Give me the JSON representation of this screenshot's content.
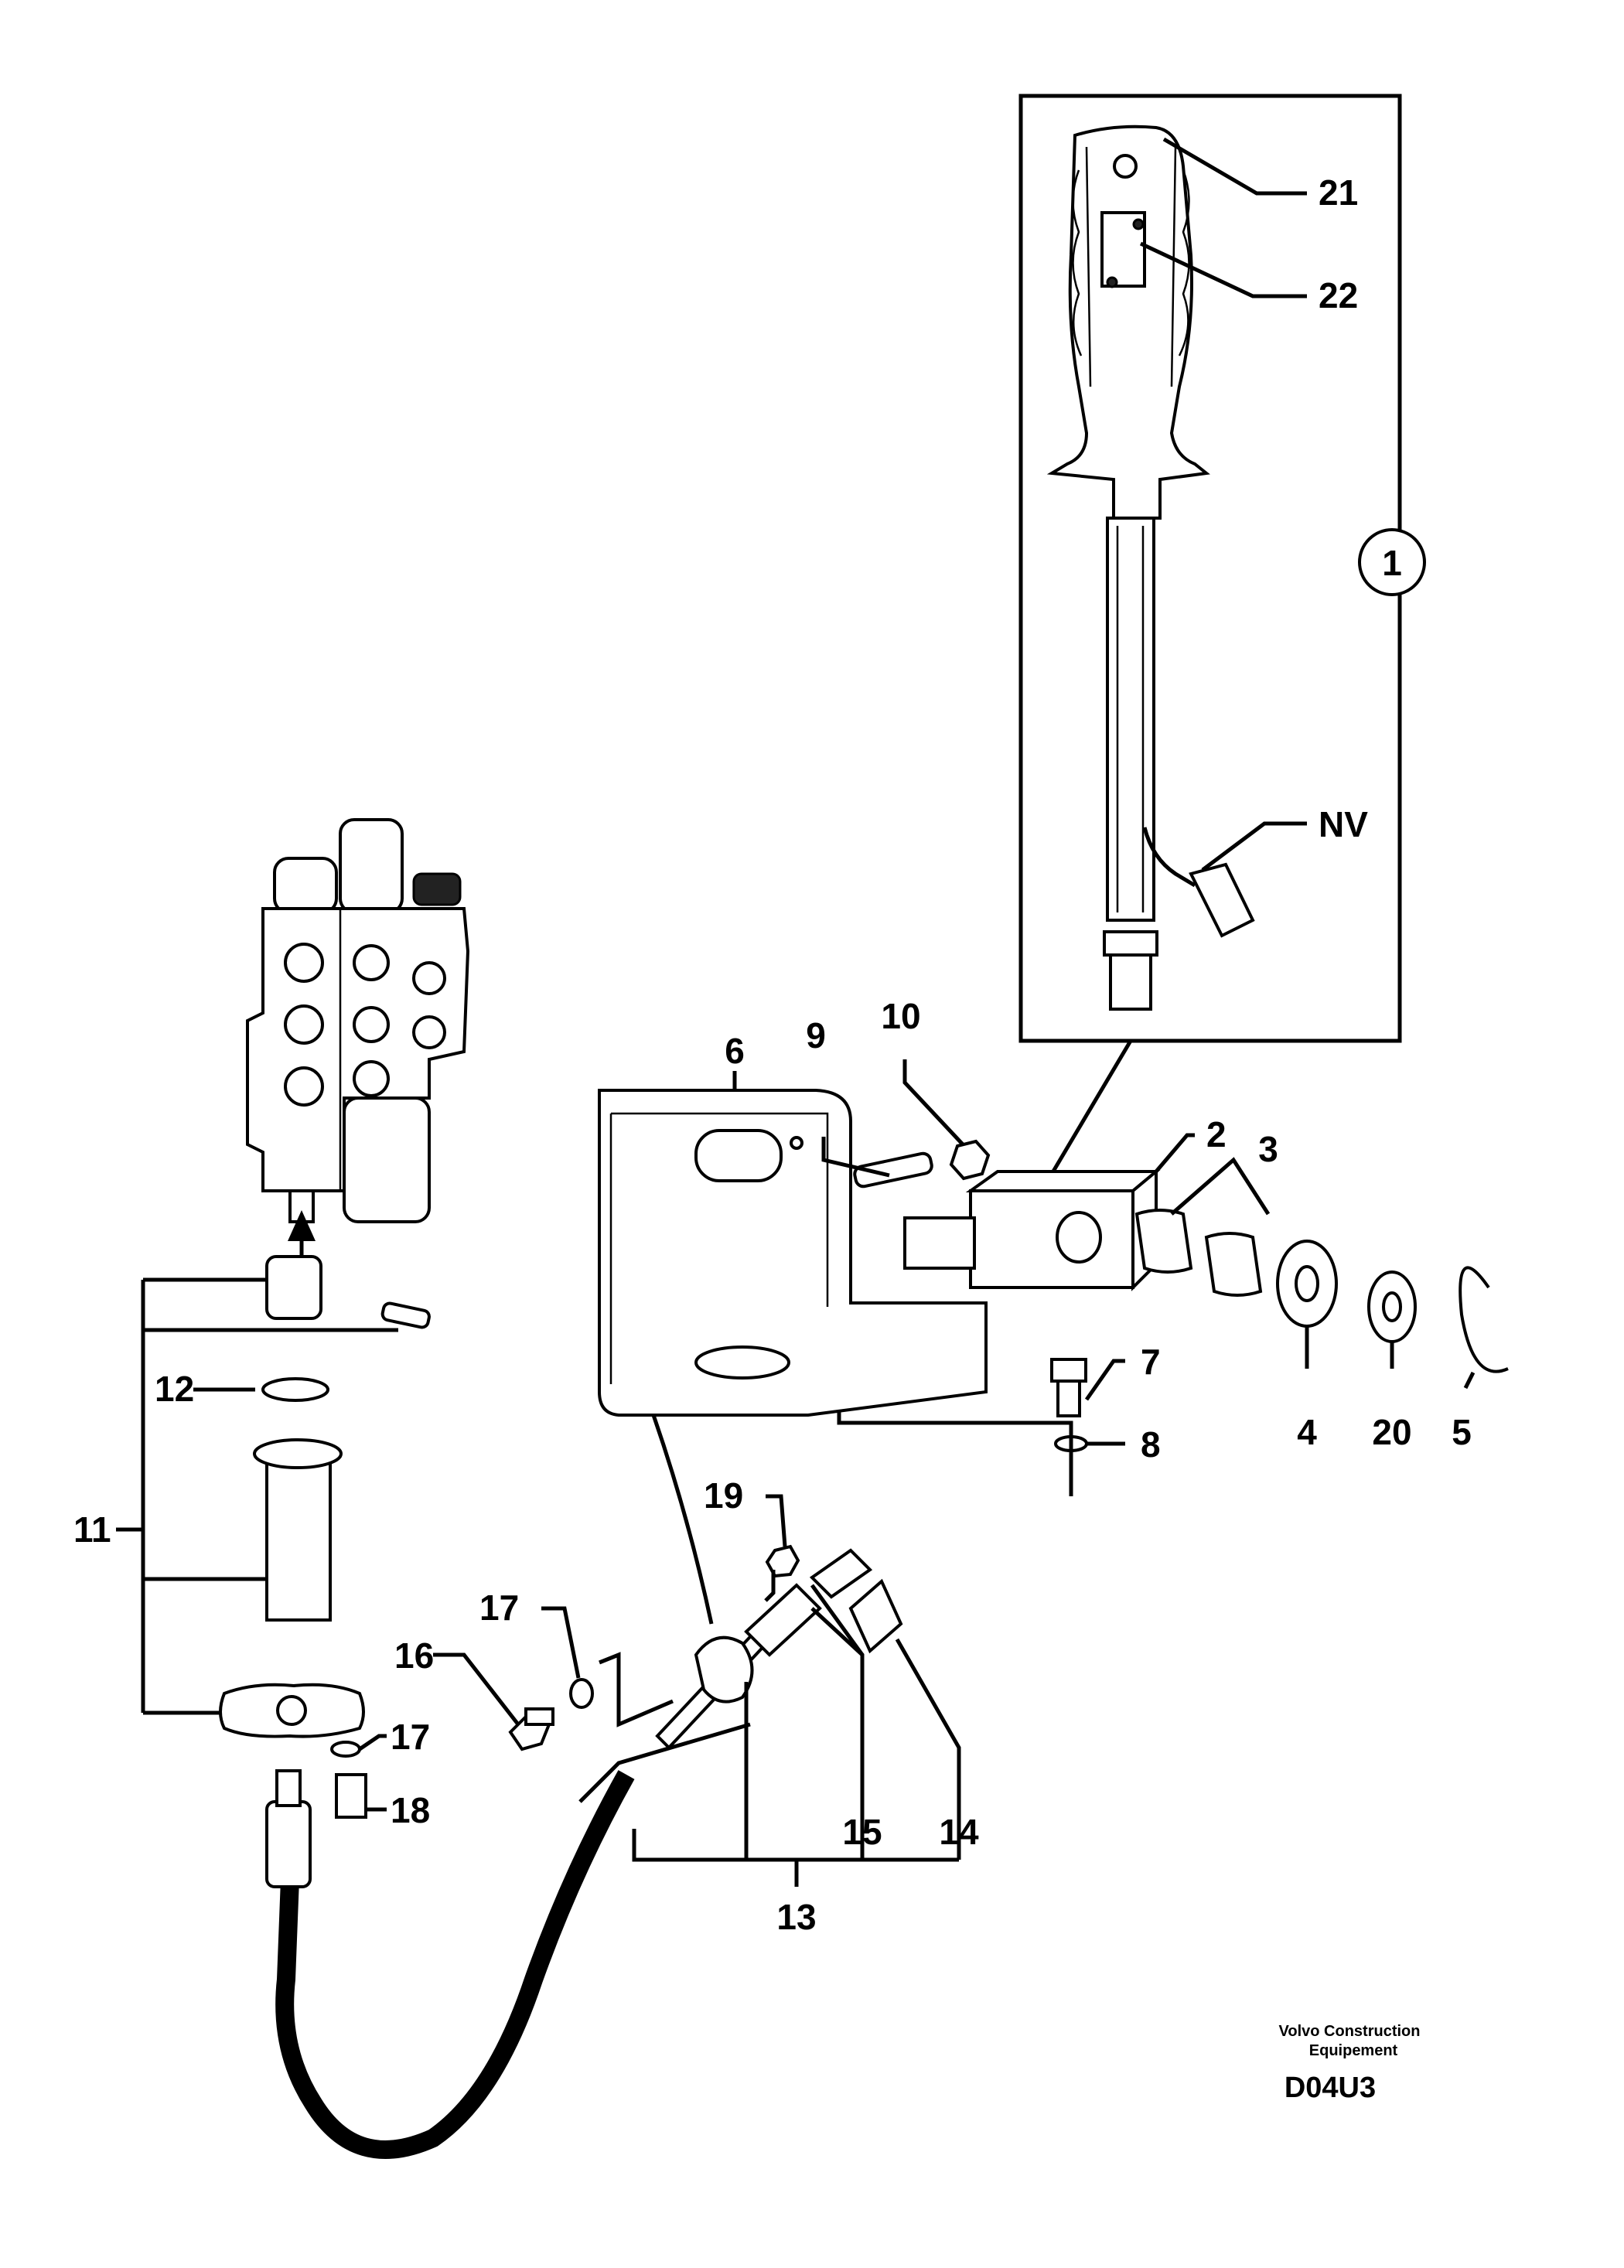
{
  "callouts": {
    "c1": "1",
    "c2": "2",
    "c3": "3",
    "c4": "4",
    "c5": "5",
    "c6": "6",
    "c7": "7",
    "c8": "8",
    "c9": "9",
    "c10": "10",
    "c11": "11",
    "c12": "12",
    "c13": "13",
    "c14": "14",
    "c15": "15",
    "c16": "16",
    "c17a": "17",
    "c17b": "17",
    "c18": "18",
    "c19": "19",
    "c20": "20",
    "c21": "21",
    "c22": "22",
    "cNV": "NV"
  },
  "footer": {
    "company_line1": "Volvo Construction",
    "company_line2": "Equipement",
    "drawing_code": "D04U3"
  }
}
